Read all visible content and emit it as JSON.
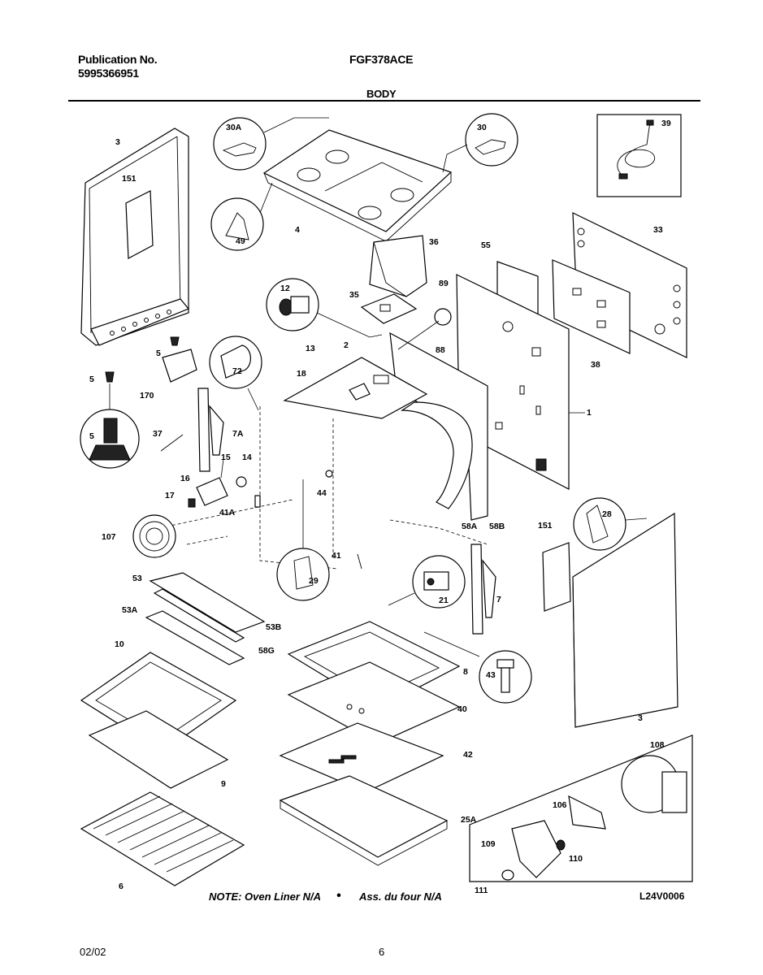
{
  "header": {
    "publication_label": "Publication No.",
    "publication_number": "5995366951",
    "model": "FGF378ACE",
    "section_title": "BODY"
  },
  "callouts": {
    "c3": "3",
    "c151": "151",
    "c30A": "30A",
    "c4": "4",
    "c49": "49",
    "c30": "30",
    "c39": "39",
    "c36": "36",
    "c55": "55",
    "c33": "33",
    "c12": "12",
    "c35": "35",
    "c89": "89",
    "c5a": "5",
    "c72": "72",
    "c13": "13",
    "c2": "2",
    "c88": "88",
    "c38": "38",
    "c5b": "5",
    "c170": "170",
    "c18": "18",
    "c1": "1",
    "c5c": "5",
    "c7A": "7A",
    "c37": "37",
    "c15": "15",
    "c14": "14",
    "c16": "16",
    "c17": "17",
    "c44": "44",
    "c41A": "41A",
    "c58A": "58A",
    "c58B": "58B",
    "c151b": "151",
    "c28": "28",
    "c107": "107",
    "c41": "41",
    "c29": "29",
    "c21": "21",
    "c7": "7",
    "c53": "53",
    "c53B": "53B",
    "c53A": "53A",
    "c58G": "58G",
    "c10": "10",
    "c8": "8",
    "c43": "43",
    "c40": "40",
    "c3b": "3",
    "c42": "42",
    "c9": "9",
    "c108": "108",
    "c106": "106",
    "c25A": "25A",
    "c109": "109",
    "c110": "110",
    "c6": "6",
    "c111": "111"
  },
  "footer": {
    "note_en": "NOTE: Oven Liner N/A",
    "note_dot": "•",
    "note_fr": "Ass. du four N/A",
    "diagram_code": "L24V0006",
    "date": "02/02",
    "page_number": "6"
  }
}
